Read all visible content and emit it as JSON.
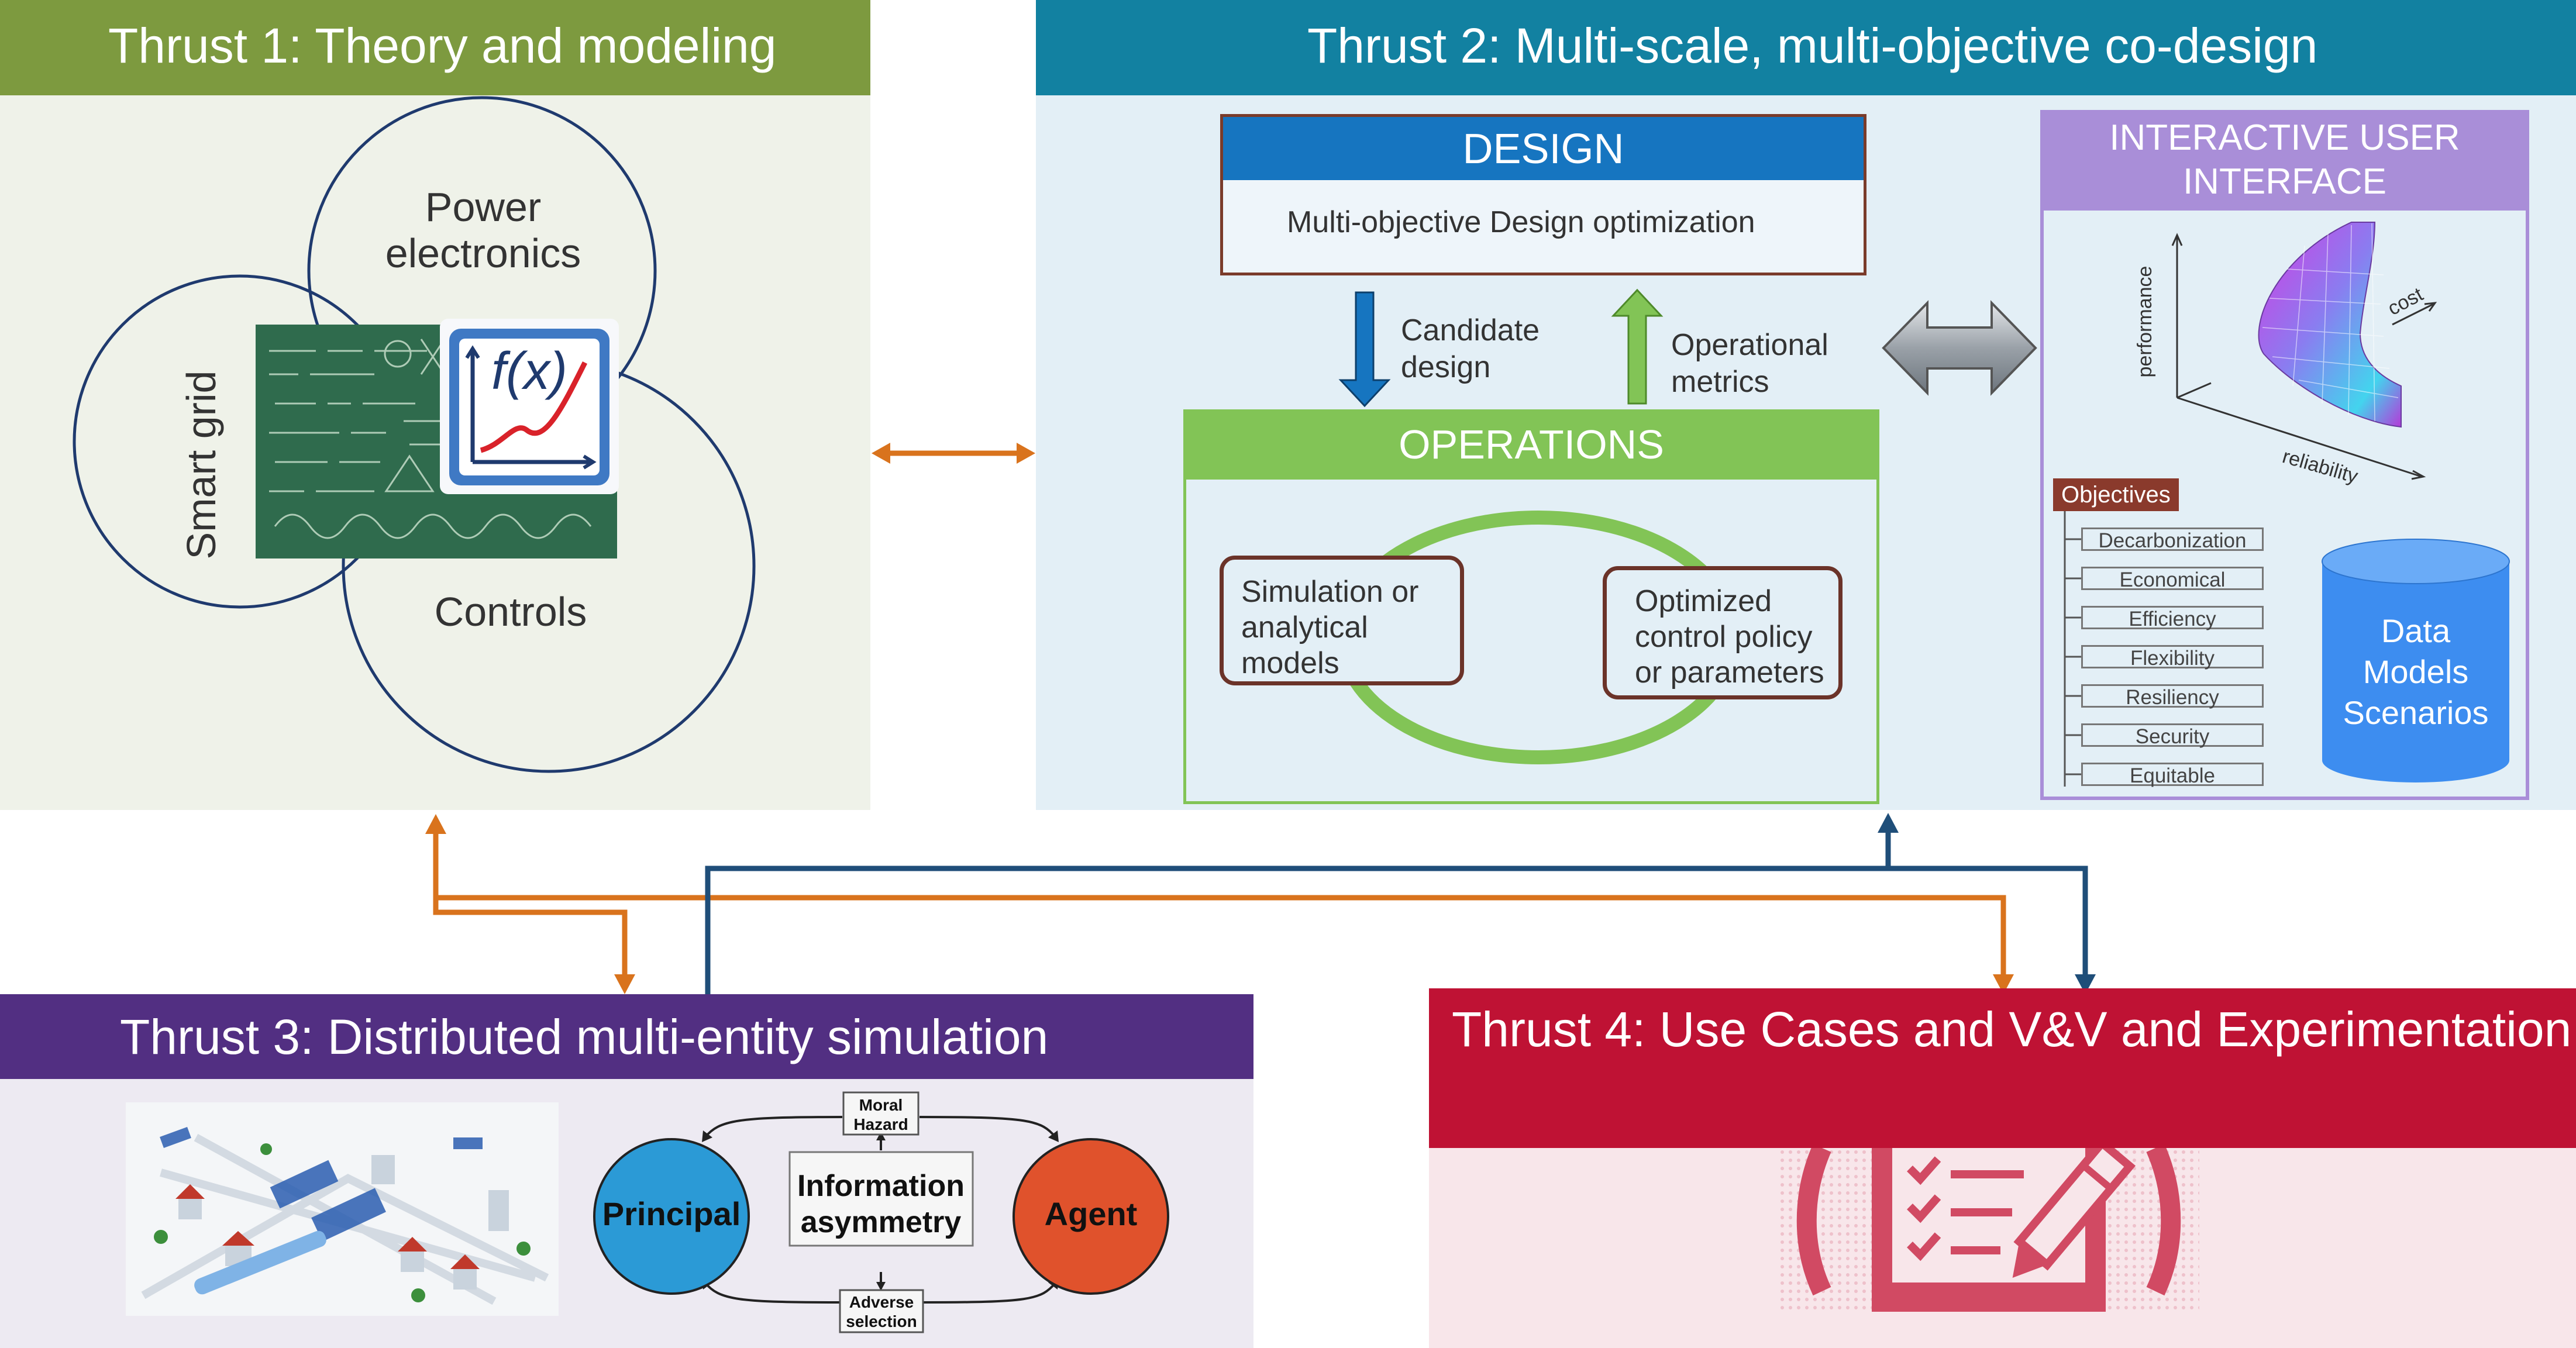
{
  "thrust1": {
    "title": "Thrust 1: Theory and modeling",
    "circles": {
      "power": "Power",
      "electronics": "electronics",
      "smart_grid": "Smart grid",
      "controls": "Controls"
    },
    "formula_icon": "f(x)",
    "colors": {
      "header": "#7d9a3f",
      "panel": "#eff2e9",
      "circle": "#1f3a6e"
    }
  },
  "thrust2": {
    "title": "Thrust 2: Multi-scale, multi-objective co-design",
    "design": {
      "header": "DESIGN",
      "body": "Multi-objective Design optimization"
    },
    "candidate": [
      "Candidate",
      "design"
    ],
    "operational": [
      "Operational",
      "metrics"
    ],
    "operations": {
      "header": "OPERATIONS"
    },
    "simulation": [
      "Simulation or",
      "analytical",
      "models"
    ],
    "optimized": [
      "Optimized",
      "control policy",
      "or parameters"
    ],
    "ui": {
      "header": [
        "INTERACTIVE USER",
        "INTERFACE"
      ],
      "axes": {
        "performance": "performance",
        "cost": "cost",
        "reliability": "reliability"
      },
      "objectives_label": "Objectives",
      "objectives": [
        "Decarbonization",
        "Economical",
        "Efficiency",
        "Flexibility",
        "Resiliency",
        "Security",
        "Equitable"
      ],
      "database": [
        "Data",
        "Models",
        "Scenarios"
      ]
    },
    "colors": {
      "header": "#1281a1",
      "panel": "#e3eff6",
      "design": "#1675c0",
      "operations": "#82c456",
      "ui": "#a98ed8"
    }
  },
  "thrust3": {
    "title": "Thrust 3: Distributed multi-entity simulation",
    "principal": "Principal",
    "agent": "Agent",
    "info": [
      "Information",
      "asymmetry"
    ],
    "moral": [
      "Moral",
      "Hazard"
    ],
    "adverse": [
      "Adverse",
      "selection"
    ],
    "colors": {
      "header": "#522f82",
      "panel": "#edeaf2",
      "principal": "#2b9ad6",
      "agent": "#e0522c"
    }
  },
  "thrust4": {
    "title": "Thrust 4: Use Cases and V&V and Experimentation",
    "colors": {
      "header": "#bf1234",
      "panel": "#f8e6ea"
    }
  },
  "icons": [
    "formula-icon",
    "double-arrow-icon",
    "database-icon",
    "surface-plot-icon",
    "checklist-pencil-icon",
    "smart-city-icon"
  ]
}
